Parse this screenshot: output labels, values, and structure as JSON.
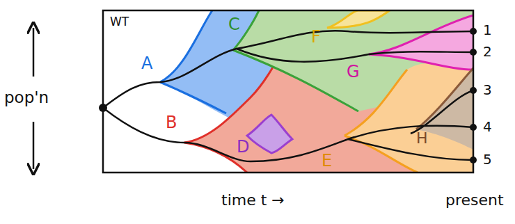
{
  "diagram": {
    "labels": [
      "WT",
      "A",
      "B",
      "C",
      "F",
      "G",
      "D",
      "E",
      "H",
      "1",
      "2",
      "3",
      "4",
      "5",
      "pop'n",
      "time t →",
      "present"
    ]
  }
}
